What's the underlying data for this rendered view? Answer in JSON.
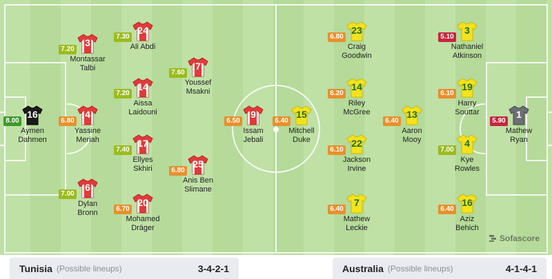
{
  "colors": {
    "rating_green_light": "#9bbb1f",
    "rating_green": "#3d9a2b",
    "rating_orange": "#e8902d",
    "rating_red": "#c7253f",
    "tunisia_shirt": "#e23a3a",
    "tunisia_gk_shirt": "#1a1a1a",
    "australia_shirt": "#f4e21b",
    "australia_gk_shirt": "#6b6e74"
  },
  "home": {
    "name": "Tunisia",
    "note": "(Possible lineups)",
    "formation": "3-4-2-1",
    "players": [
      {
        "number": "16",
        "name": "Aymen\nDahmen",
        "rating": "8.00",
        "rating_color": "rating_green",
        "kit": "gk"
      },
      {
        "number": "3",
        "name": "Montassar\nTalbi",
        "rating": "7.20",
        "rating_color": "rating_green_light",
        "kit": "field"
      },
      {
        "number": "4",
        "name": "Yassine\nMeriah",
        "rating": "6.80",
        "rating_color": "rating_orange",
        "kit": "field"
      },
      {
        "number": "6",
        "name": "Dylan\nBronn",
        "rating": "7.00",
        "rating_color": "rating_green_light",
        "kit": "field"
      },
      {
        "number": "24",
        "name": "Ali Abdi",
        "rating": "7.30",
        "rating_color": "rating_green_light",
        "kit": "field"
      },
      {
        "number": "14",
        "name": "Aissa\nLaidouni",
        "rating": "7.20",
        "rating_color": "rating_green_light",
        "kit": "field"
      },
      {
        "number": "17",
        "name": "Ellyes\nSkhiri",
        "rating": "7.40",
        "rating_color": "rating_green_light",
        "kit": "field"
      },
      {
        "number": "20",
        "name": "Mohamed\nDräger",
        "rating": "6.70",
        "rating_color": "rating_orange",
        "kit": "field"
      },
      {
        "number": "7",
        "name": "Youssef\nMsakni",
        "rating": "7.60",
        "rating_color": "rating_green_light",
        "kit": "field"
      },
      {
        "number": "25",
        "name": "Anis Ben\nSlimane",
        "rating": "6.80",
        "rating_color": "rating_orange",
        "kit": "field"
      },
      {
        "number": "9",
        "name": "Issam\nJebali",
        "rating": "6.50",
        "rating_color": "rating_orange",
        "kit": "field"
      }
    ]
  },
  "away": {
    "name": "Australia",
    "note": "(Possible lineups)",
    "formation": "4-1-4-1",
    "players": [
      {
        "number": "15",
        "name": "Mitchell\nDuke",
        "rating": "6.40",
        "rating_color": "rating_orange",
        "kit": "field"
      },
      {
        "number": "23",
        "name": "Craig\nGoodwin",
        "rating": "6.80",
        "rating_color": "rating_orange",
        "kit": "field"
      },
      {
        "number": "14",
        "name": "Riley\nMcGree",
        "rating": "6.20",
        "rating_color": "rating_orange",
        "kit": "field"
      },
      {
        "number": "22",
        "name": "Jackson\nIrvine",
        "rating": "6.10",
        "rating_color": "rating_orange",
        "kit": "field"
      },
      {
        "number": "7",
        "name": "Mathew\nLeckie",
        "rating": "6.40",
        "rating_color": "rating_orange",
        "kit": "field"
      },
      {
        "number": "13",
        "name": "Aaron\nMooy",
        "rating": "6.40",
        "rating_color": "rating_orange",
        "kit": "field"
      },
      {
        "number": "3",
        "name": "Nathaniel\nAtkinson",
        "rating": "5.10",
        "rating_color": "rating_red",
        "kit": "field"
      },
      {
        "number": "19",
        "name": "Harry\nSouttar",
        "rating": "6.10",
        "rating_color": "rating_orange",
        "kit": "field"
      },
      {
        "number": "4",
        "name": "Kye\nRowles",
        "rating": "7.00",
        "rating_color": "rating_green_light",
        "kit": "field"
      },
      {
        "number": "16",
        "name": "Aziz\nBehich",
        "rating": "6.40",
        "rating_color": "rating_orange",
        "kit": "field"
      },
      {
        "number": "1",
        "name": "Mathew\nRyan",
        "rating": "5.90",
        "rating_color": "rating_red",
        "kit": "gk"
      }
    ]
  },
  "watermark": {
    "text": "Sofascore",
    "icon": "sofascore-logo-icon"
  }
}
